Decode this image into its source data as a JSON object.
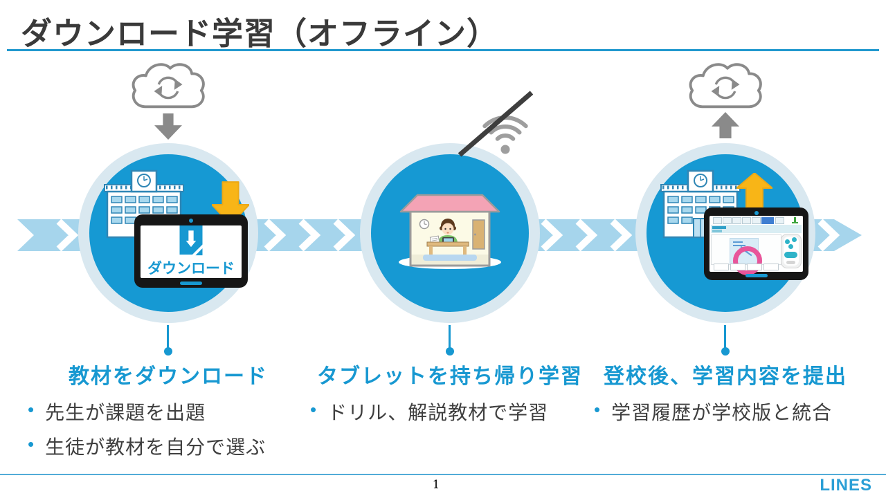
{
  "slide": {
    "title": "ダウンロード学習（オフライン）",
    "footer": {
      "page_number": "1",
      "logo_text": "LINES"
    },
    "ui": {
      "bullet_char": "•"
    }
  },
  "steps": [
    {
      "heading": "教材をダウンロード",
      "bullets": [
        "先生が課題を出題",
        "生徒が教材を自分で選ぶ"
      ],
      "tablet_label": "ダウンロード",
      "icons": [
        "cloud-sync-icon",
        "gray-download-arrow-icon",
        "school-icon",
        "yellow-download-arrow-icon",
        "tablet-download-icon"
      ]
    },
    {
      "heading": "タブレットを持ち帰り学習",
      "bullets": [
        "ドリル、解説教材で学習"
      ],
      "icons": [
        "wifi-off-icon",
        "home-study-icon"
      ]
    },
    {
      "heading": "登校後、学習内容を提出",
      "bullets": [
        "学習履歴が学校版と統合"
      ],
      "icons": [
        "cloud-sync-icon",
        "gray-upload-arrow-icon",
        "school-icon",
        "yellow-upload-arrow-icon",
        "tablet-app-icon"
      ]
    }
  ],
  "colors": {
    "accent_blue": "#1798D1",
    "circle_blue": "#1699D3",
    "circle_ring": "#D9E8F0",
    "band_blue": "#A6D5EC",
    "arrow_yellow": "#F8B517",
    "gray_icon": "#8A8A8A",
    "title_text": "#3A3A3A",
    "body_text": "#3F3F3F",
    "logo_blue": "#2B9FD6"
  }
}
